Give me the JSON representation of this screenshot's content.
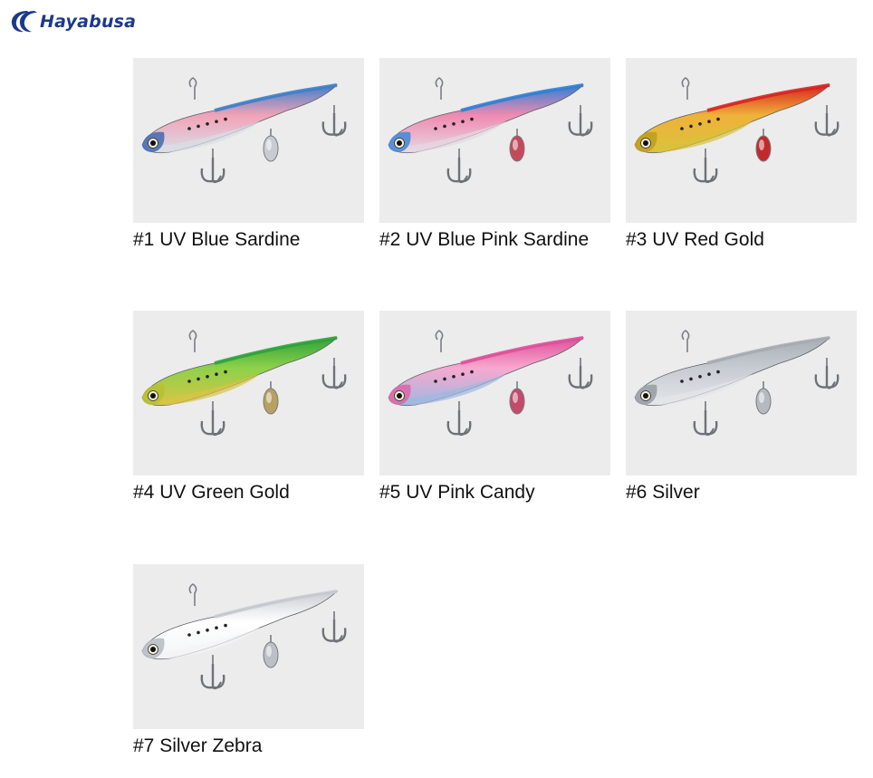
{
  "brand": {
    "name": "Hayabusa",
    "color": "#1b3a8c",
    "logo_icon": "hayabusa-wave-logo-icon"
  },
  "products": [
    {
      "label": "#1 UV Blue Sardine",
      "back": "#3e7fc9",
      "belly": "#d8dee6",
      "stripe": "#f2a3b8",
      "head": "#4a6fb0",
      "blade": "#c8ccd2"
    },
    {
      "label": "#2 UV Blue Pink Sardine",
      "back": "#2f7fd6",
      "belly": "#e6d8e2",
      "stripe": "#f08bb0",
      "head": "#4d88d8",
      "blade": "#c44a5a"
    },
    {
      "label": "#3 UV Red Gold",
      "back": "#d8231f",
      "belly": "#d9c23c",
      "stripe": "#f0b23a",
      "head": "#bfa020",
      "blade": "#c22a2a"
    },
    {
      "label": "#4 UV Green Gold",
      "back": "#2ea33a",
      "belly": "#d8c446",
      "stripe": "#8fd14a",
      "head": "#b8c030",
      "blade": "#b8a060"
    },
    {
      "label": "#5 UV Pink Candy",
      "back": "#e04f9a",
      "belly": "#9fb8e0",
      "stripe": "#f7a9cf",
      "head": "#d86aa8",
      "blade": "#c44a6a"
    },
    {
      "label": "#6 Silver",
      "back": "#a9adb4",
      "belly": "#e4e6ea",
      "stripe": "#c7cbd2",
      "head": "#9aa0a8",
      "blade": "#b6bac0"
    },
    {
      "label": "#7 Silver Zebra",
      "back": "#c9ccd2",
      "belly": "#f3f4f6",
      "stripe": "#ffffff",
      "head": "#b8bcc4",
      "blade": "#bcc0c6"
    }
  ]
}
